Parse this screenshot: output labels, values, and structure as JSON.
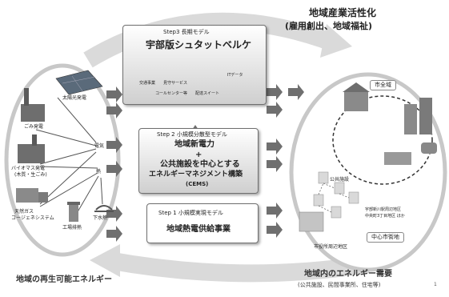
{
  "header": {
    "title_line1": "地域産業活性化",
    "title_line2": "(雇用創出、地域福祉)"
  },
  "footer": {
    "left_label": "地域の再生可能エネルギー",
    "right_label": "地域内のエネルギー需要",
    "right_sublabel": "(公共施設、民間事業所、住宅等)",
    "page_number": "1"
  },
  "sources": {
    "solar": "太陽光発電",
    "garbage": "ごみ発電",
    "biomass_line1": "バイオマス発電",
    "biomass_line2": "(木質・生ごみ)",
    "gas_line1": "天然ガス",
    "gas_line2": "コージェネシステム",
    "factory": "工場排熱",
    "sewage": "下水熱"
  },
  "flows": {
    "electricity": "電気",
    "heat": "熱"
  },
  "steps": {
    "step3": {
      "tag": "Step3  長期モデル",
      "title": "宇部版シュタットベルケ",
      "services": [
        "交通事業",
        "見守サービス",
        "コールセンター等",
        "配達スイート",
        "ITデータ"
      ]
    },
    "step2": {
      "tag": "Step 2  小規模分散型モデル",
      "line1": "地域新電力",
      "line2": "+",
      "line3": "公共施設を中心とする",
      "line4": "エネルギーマネジメント構築",
      "line5": "(CEMS)"
    },
    "step1": {
      "tag": "Step 1  小規模実現モデル",
      "title": "地域熱電供給事業"
    }
  },
  "demand": {
    "city_area": "市全域",
    "public_facilities": "公共施設",
    "district_line1": "宇部新川駅周辺地区",
    "district_line2": "中央町3丁目地区 ほか",
    "central_area": "中心市街地",
    "city_hall_area": "市役所周辺地区"
  },
  "colors": {
    "arrow_gray": "#6f6f6f",
    "band_gray": "#d9d9d9",
    "box_border": "#6f6f6f"
  }
}
